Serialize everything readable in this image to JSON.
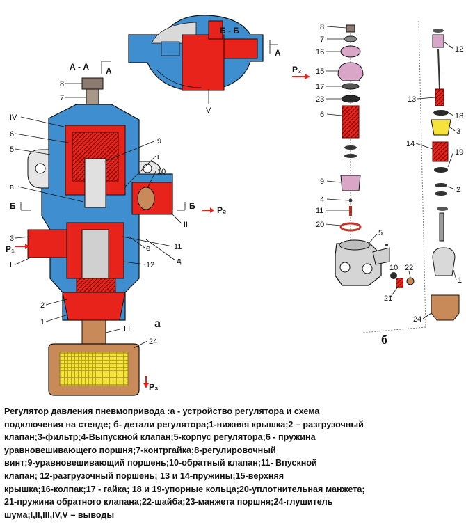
{
  "colors": {
    "body_blue": "#3f8fd0",
    "chamber_red": "#e8231c",
    "muffler_brown": "#c98a5a",
    "filter_yellow": "#f5e23a",
    "part_pink": "#d9a6c8",
    "dark_part": "#2a2a2a"
  },
  "labels": {
    "section_aa": "А - А",
    "section_aa_mark": "А",
    "section_bb": "Б - Б",
    "section_bb_mark": "А",
    "mark_b_left": "Б",
    "mark_b_right": "Б",
    "letter_a": "а",
    "letter_b": "б",
    "p1": "P₁",
    "p2_main": "P₂",
    "p2_parts": "P₂",
    "p3": "P₃",
    "roman": {
      "I": "I",
      "II": "II",
      "III": "III",
      "IV": "IV",
      "V": "V"
    },
    "cyr": {
      "v": "в",
      "g": "г",
      "d": "д",
      "e": "е"
    },
    "main_numbers": {
      "n1": "1",
      "n2": "2",
      "n3": "3",
      "n5": "5",
      "n6": "6",
      "n7": "7",
      "n8": "8",
      "n9": "9",
      "n10": "10",
      "n11": "11",
      "n12": "12",
      "n24": "24"
    },
    "parts_left": {
      "n8": "8",
      "n7": "7",
      "n16": "16",
      "n15": "15",
      "n17": "17",
      "n23": "23",
      "n6": "6",
      "n9": "9",
      "n4": "4",
      "n11": "11",
      "n20": "20",
      "n5": "5",
      "n10": "10",
      "n22": "22",
      "n21": "21"
    },
    "parts_right": {
      "n12": "12",
      "n13": "13",
      "n18": "18",
      "n3": "3",
      "n14": "14",
      "n19": "19",
      "n2": "2",
      "n1": "1",
      "n24": "24"
    }
  },
  "caption": [
    "Регулятор давления пневмопривода :а - устройство регулятора и схема",
    "подключения на стенде; б- детали регулятора;1-нижняя крышка;2 – разгрузочный",
    "клапан;3-фильтр;4-Выпускной клапан;5-корпус регулятора;6 - пружина",
    "уравновешивающего поршня;7-контргайка;8-регулировочный",
    "винт;9-уравновешивающий поршень;10-обратный клапан;11- Впускной",
    "клапан; 12-разгрузочный поршень; 13 и 14-пружины;15-верхняя",
    "крышка;16-колпак;17 - гайка; 18 и 19-упорные кольца;20-уплотнительная манжета;",
    "21-пружина обратного клапана;22-шайба;23-манжета поршня;24-глушитель",
    "шума;I,II,III,IV,V – выводы"
  ]
}
